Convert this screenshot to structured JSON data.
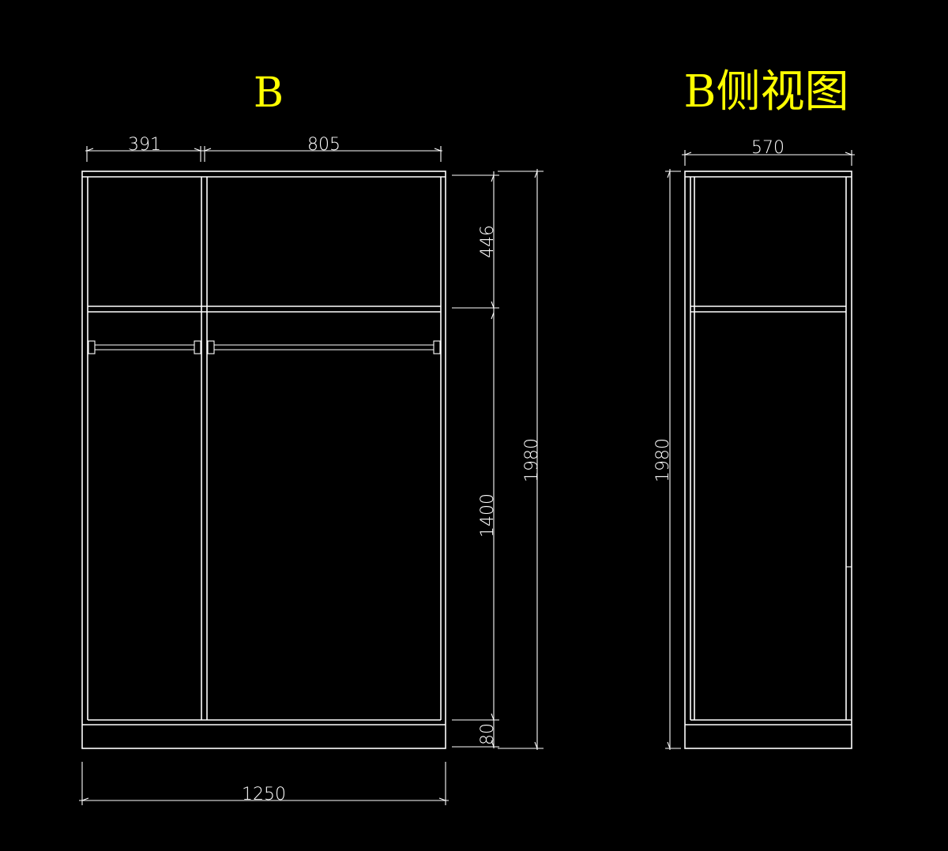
{
  "front_view": {
    "title": "B",
    "dims": {
      "left_width": "391",
      "right_width": "805",
      "top_height": "446",
      "middle_height": "1400",
      "base_height": "80",
      "total_height": "1980",
      "total_width": "1250"
    }
  },
  "side_view": {
    "title": "B侧视图",
    "dims": {
      "depth": "570",
      "total_height": "1980"
    }
  },
  "colors": {
    "background": "#000000",
    "line": "#ffffff",
    "title": "#ffff00"
  }
}
